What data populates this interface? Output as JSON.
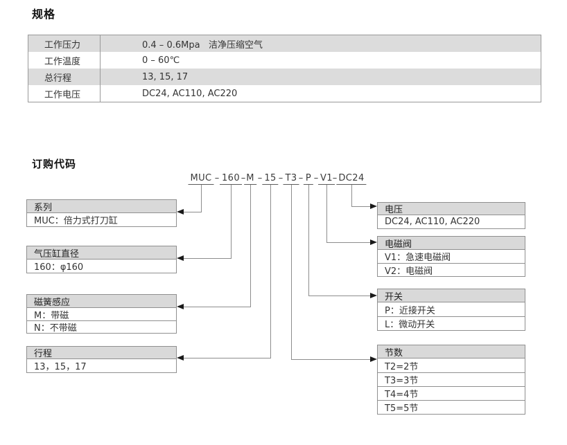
{
  "spec": {
    "title": "规格",
    "rows": [
      {
        "label": "工作压力",
        "value": "0.4 – 0.6Mpa   洁净压缩空气"
      },
      {
        "label": "工作温度",
        "value": "0 – 60℃"
      },
      {
        "label": "总行程",
        "value": "13, 15, 17"
      },
      {
        "label": "工作电压",
        "value": "DC24, AC110, AC220"
      }
    ]
  },
  "order": {
    "title": "订购代码",
    "code": {
      "segments": [
        "MUC",
        "160",
        "M",
        "15",
        "T3",
        "P",
        "V1",
        "DC24"
      ],
      "separator": "–"
    },
    "left_boxes": [
      {
        "header": "系列",
        "rows": [
          "MUC：倍力式打刀缸"
        ]
      },
      {
        "header": "气压缸直径",
        "rows": [
          "160：φ160"
        ]
      },
      {
        "header": "磁簧感应",
        "rows": [
          "M：带磁",
          "N：不带磁"
        ]
      },
      {
        "header": "行程",
        "rows": [
          "13，15，17"
        ]
      }
    ],
    "right_boxes": [
      {
        "header": "电压",
        "rows": [
          "DC24, AC110, AC220"
        ]
      },
      {
        "header": "电磁阀",
        "rows": [
          "V1：急速电磁阀",
          "V2：电磁阀"
        ]
      },
      {
        "header": "开关",
        "rows": [
          "P：近接开关",
          "L：微动开关"
        ]
      },
      {
        "header": "节数",
        "rows": [
          "T2=2节",
          "T3=3节",
          "T4=4节",
          "T5=5节"
        ]
      }
    ]
  },
  "colors": {
    "box_header_bg": "#d9d9d9",
    "table_alt_row_bg": "#dcdcdc",
    "border": "#8f8f8f",
    "connector_line": "#8c8c8c",
    "arrow": "#1a1a1a"
  }
}
